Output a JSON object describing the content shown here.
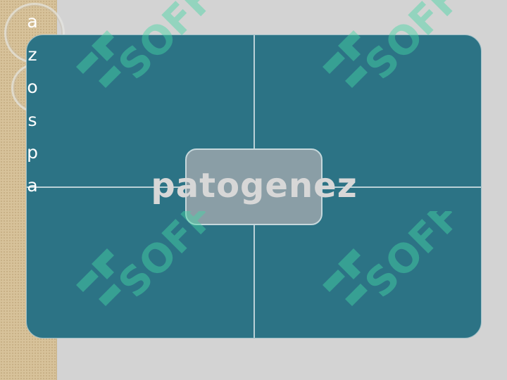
{
  "slide": {
    "side_word_letters": [
      "a",
      "z",
      "o",
      "s",
      "p",
      "a"
    ],
    "center_title": "patogenez"
  },
  "watermark": {
    "text": "SOFF",
    "color": "#46d7a6"
  },
  "colors": {
    "board": "#2c7385",
    "center_box": "#8a9ea6",
    "background": "#d3d3d3",
    "left_strip": "#d7c29a"
  }
}
